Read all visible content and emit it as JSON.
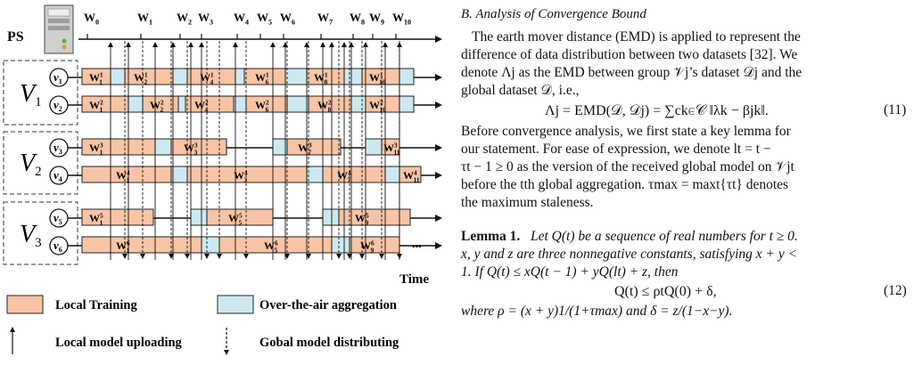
{
  "figure": {
    "ps_label": "PS",
    "time_label": "Time",
    "axis_marks": [
      {
        "main": "W",
        "sub": "0"
      },
      {
        "main": "W",
        "sub": "1"
      },
      {
        "main": "W",
        "sub": "2"
      },
      {
        "main": "W",
        "sub": "3"
      },
      {
        "main": "W",
        "sub": "4"
      },
      {
        "main": "W",
        "sub": "5"
      },
      {
        "main": "W",
        "sub": "6"
      },
      {
        "main": "W",
        "sub": "7"
      },
      {
        "main": "W",
        "sub": "8"
      },
      {
        "main": "W",
        "sub": "9"
      },
      {
        "main": "W",
        "sub": "10"
      }
    ],
    "groups": [
      {
        "main": "V",
        "sub": "1"
      },
      {
        "main": "V",
        "sub": "2"
      },
      {
        "main": "V",
        "sub": "3"
      }
    ],
    "devices": [
      {
        "main": "v",
        "sub": "1"
      },
      {
        "main": "v",
        "sub": "2"
      },
      {
        "main": "v",
        "sub": "3"
      },
      {
        "main": "v",
        "sub": "4"
      },
      {
        "main": "v",
        "sub": "5"
      },
      {
        "main": "v",
        "sub": "6"
      }
    ],
    "row_labels": [
      [
        {
          "main": "W",
          "sup": "1",
          "sub": "1"
        },
        {
          "main": "W",
          "sup": "1",
          "sub": "2"
        },
        {
          "main": "W",
          "sup": "1",
          "sub": "4"
        },
        {
          "main": "W",
          "sup": "1",
          "sub": "6"
        },
        {
          "main": "W",
          "sup": "1",
          "sub": "8"
        },
        {
          "main": "W",
          "sup": "1",
          "sub": "10"
        }
      ],
      [
        {
          "main": "W",
          "sup": "2",
          "sub": "1"
        },
        {
          "main": "W",
          "sup": "2",
          "sub": "2"
        },
        {
          "main": "W",
          "sup": "2",
          "sub": "4"
        },
        {
          "main": "W",
          "sup": "2",
          "sub": "6"
        },
        {
          "main": "W",
          "sup": "2",
          "sub": "8"
        },
        {
          "main": "W",
          "sup": "2",
          "sub": "10"
        }
      ],
      [
        {
          "main": "W",
          "sup": "3",
          "sub": "1"
        },
        {
          "main": "W",
          "sup": "3",
          "sub": "3"
        },
        {
          "main": "W",
          "sup": "3",
          "sub": "7"
        },
        {
          "main": "W",
          "sup": "3",
          "sub": "11"
        }
      ],
      [
        {
          "main": "W",
          "sup": "4",
          "sub": "1"
        },
        {
          "main": "W",
          "sup": "4",
          "sub": "3"
        },
        {
          "main": "W",
          "sup": "4",
          "sub": "7"
        },
        {
          "main": "W",
          "sup": "4",
          "sub": "11"
        }
      ],
      [
        {
          "main": "W",
          "sup": "5",
          "sub": "1"
        },
        {
          "main": "W",
          "sup": "5",
          "sub": "5"
        },
        {
          "main": "W",
          "sup": "5",
          "sub": "9"
        }
      ],
      [
        {
          "main": "W",
          "sup": "6",
          "sub": "1"
        },
        {
          "main": "W",
          "sup": "6",
          "sub": "5"
        },
        {
          "main": "W",
          "sup": "6",
          "sub": "9"
        }
      ]
    ],
    "ellipsis": "•••",
    "legend": {
      "local_training": "Local Training",
      "ota_aggregation": "Over-the-air aggregation",
      "local_upload": "Local model uploading",
      "global_distribute": "Gobal model distributing"
    },
    "colors": {
      "local_training": "#f9c4a4",
      "ota_aggregation": "#cde8f0",
      "stroke": "#222222"
    }
  },
  "text": {
    "heading": "B. Analysis of Convergence Bound",
    "para1": [
      "The earth mover distance (EMD) is applied to represent the",
      "difference of data distribution between two datasets [32]. We",
      "denote Λj as the EMD between group 𝒱j’s dataset 𝒟j and the",
      "global dataset 𝒟, i.e.,"
    ],
    "eq11": "Λj = EMD(𝒟, 𝒟j) = ∑ck∈𝒞 ‖λk − βjk‖.",
    "eq11_no": "(11)",
    "para2": [
      "Before convergence analysis, we first state a key lemma for",
      "our statement. For ease of expression, we denote lt = t −",
      "τt − 1 ≥ 0 as the version of the received global model on 𝒱jt",
      "before the tth global aggregation. τmax = maxt{τt} denotes",
      "the maximum staleness."
    ],
    "lemma_title": "Lemma 1.",
    "lemma": [
      "Let Q(t) be a sequence of real numbers for t ≥ 0.",
      "x, y and z are three nonnegative constants, satisfying x + y <",
      "1. If Q(t) ≤ xQ(t − 1) + yQ(lt) + z, then"
    ],
    "eq12": "Q(t) ≤ ρtQ(0) + δ,",
    "eq12_no": "(12)",
    "where": "where ρ = (x + y)1/(1+τmax) and δ = z/(1−x−y)."
  }
}
